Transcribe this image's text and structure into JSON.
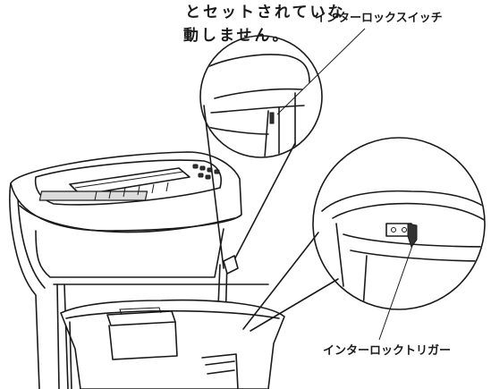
{
  "description": {
    "line1": "とセットされていな",
    "line2": "動しません。"
  },
  "callouts": {
    "interlock_switch": "インターロックスイッチ",
    "interlock_trigger": "インターロックトリガー"
  }
}
